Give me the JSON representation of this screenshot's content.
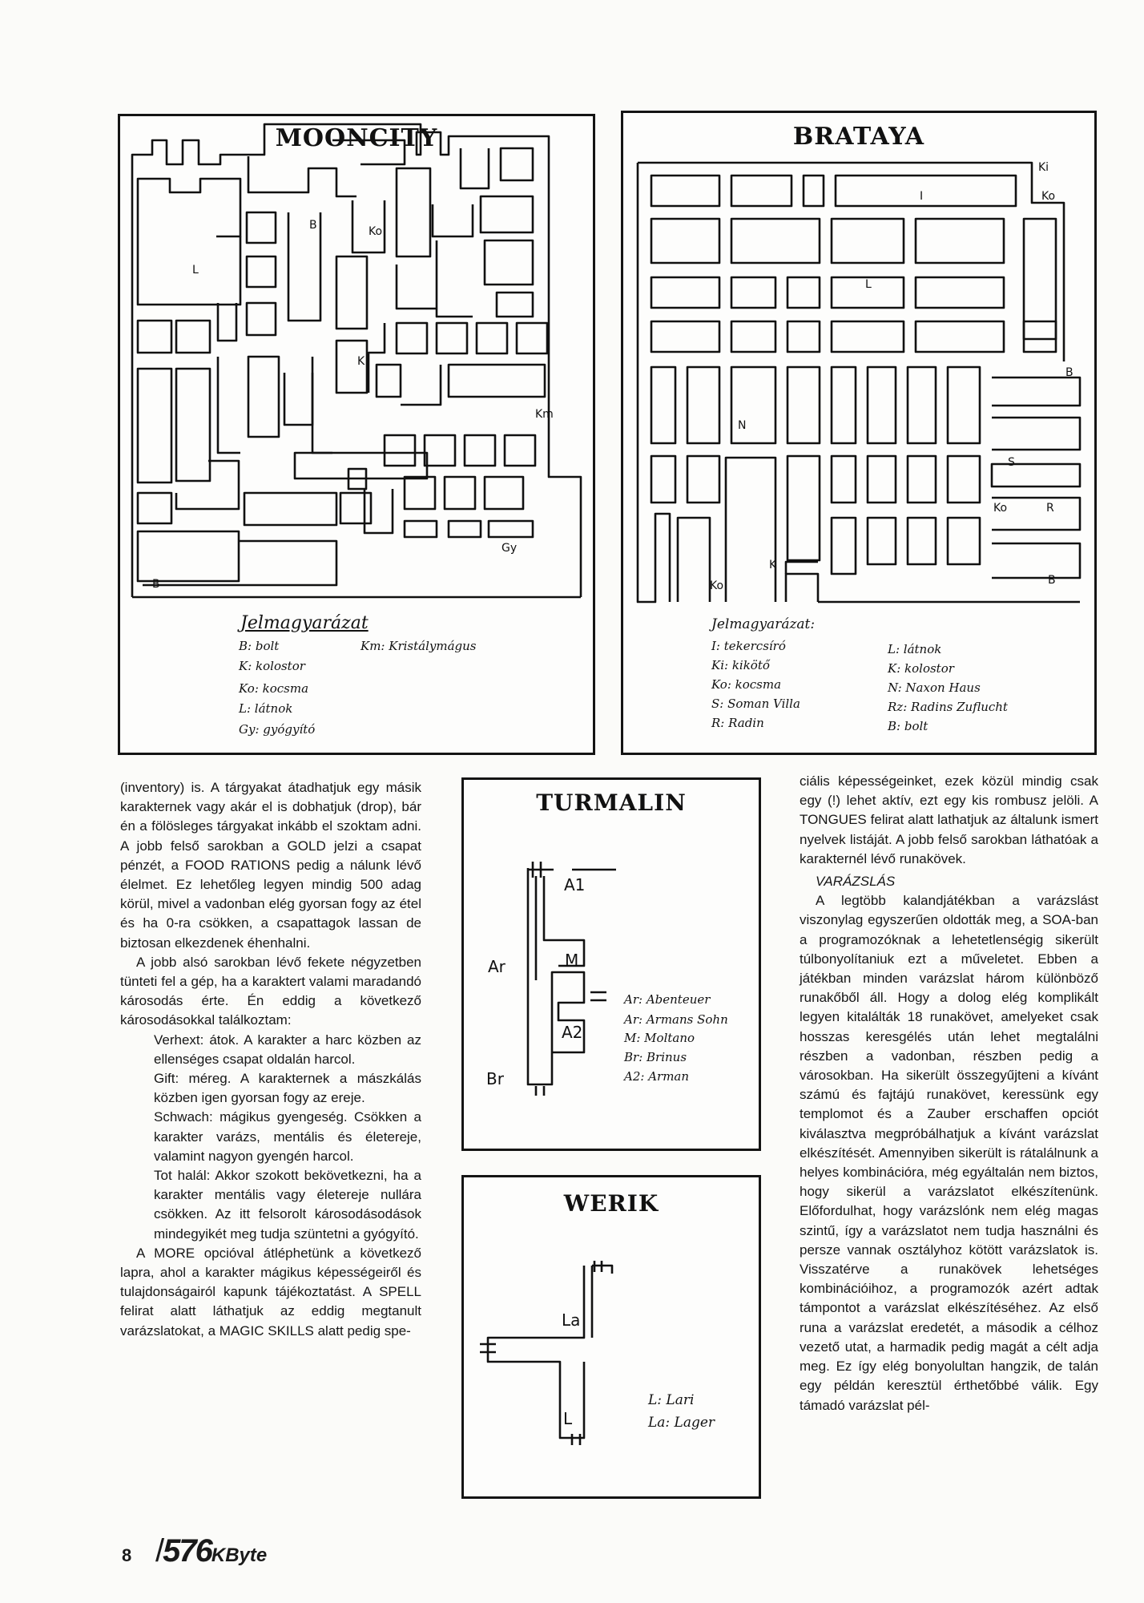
{
  "maps": {
    "mooncity": {
      "title": "MOONCITY",
      "labels": {
        "b1": "B",
        "ko": "Ko",
        "l": "L",
        "k": "K",
        "km": "Km",
        "gy": "Gy",
        "b2": "B"
      },
      "legend": {
        "title": "Jelmagyarázat",
        "items": [
          "B: bolt",
          "K: kolostor",
          "Ko: kocsma",
          "L: látnok",
          "Gy: gyógyító"
        ],
        "extra": "Km: Kristálymágus"
      }
    },
    "brataya": {
      "title": "BRATAYA",
      "labels": {
        "ki": "Ki",
        "ko1": "Ko",
        "i": "I",
        "l": "L",
        "b1": "B",
        "n": "N",
        "s": "S",
        "ko2": "Ko",
        "r": "R",
        "k": "K",
        "ko3": "Ko",
        "b2": "B"
      },
      "legend": {
        "title": "Jelmagyarázat:",
        "left": [
          "I: tekercsíró",
          "Ki: kikötő",
          "Ko: kocsma",
          "S: Soman Villa",
          "R: Radin"
        ],
        "right": [
          "L: látnok",
          "K: kolostor",
          "N: Naxon Haus",
          "Rz: Radins Zuflucht",
          "B: bolt"
        ]
      }
    },
    "turmalin": {
      "title": "TURMALIN",
      "labels": {
        "a1": "A1",
        "ar": "Ar",
        "m": "M",
        "a2": "A2",
        "br": "Br"
      },
      "legend": [
        "Ar: Abenteuer",
        "Ar: Armans Sohn",
        "M: Moltano",
        "Br: Brinus",
        "A2: Arman"
      ]
    },
    "werik": {
      "title": "WERIK",
      "labels": {
        "la": "La",
        "l": "L"
      },
      "legend": [
        "L: Lari",
        "La: Lager"
      ]
    }
  },
  "article": {
    "col1": {
      "p1": "(inventory) is. A tárgyakat átadhatjuk egy másik karakternek vagy akár el is dobhatjuk (drop), bár én a fölösleges tárgyakat inkább el szoktam adni. A jobb felső sarokban a GOLD jelzi a csapat pénzét, a FOOD RATIONS pedig a nálunk lévő élelmet. Ez lehetőleg legyen mindig 500 adag körül, mivel a vadonban elég gyorsan fogy az étel és ha 0-ra csökken, a csapattagok lassan de biztosan elkezdenek éhenhalni.",
      "p2": "A jobb alsó sarokban lévő fekete négyzetben tünteti fel a gép, ha a karaktert valami maradandó károsodás érte. Én eddig a következő károsodásokkal találkoztam:",
      "d1": "Verhext: átok. A karakter a harc közben az ellenséges csapat oldalán harcol.",
      "d2": "Gift: méreg. A karakternek a mászkálás közben igen gyorsan fogy az ereje.",
      "d3": "Schwach: mágikus gyengeség. Csökken a karakter varázs, mentális és életereje, valamint nagyon gyengén harcol.",
      "d4": "Tot halál: Akkor szokott bekövetkezni, ha a karakter mentális vagy életereje nullára csökken. Az itt felsorolt károsodásodások mindegyikét meg tudja szüntetni a gyógyító.",
      "p3": "A MORE opcióval átléphetünk a következő lapra, ahol a karakter mágikus képességeiről és tulajdonságairól kapunk tájékoztatást. A SPELL felirat alatt láthatjuk az eddig megtanult varázslatokat, a MAGIC SKILLS alatt pedig spe-"
    },
    "col3": {
      "p1": "ciális képességeinket, ezek közül mindig csak egy (!) lehet aktív, ezt egy kis rombusz jelöli. A TONGUES felirat alatt lathatjuk az általunk ismert nyelvek listáját. A jobb felső sarokban láthatóak a karakternél lévő runakövek.",
      "heading": "VARÁZSLÁS",
      "p2": "A legtöbb kalandjátékban a varázslást viszonylag egyszerűen oldották meg, a SOA-ban a programozóknak a lehetetlenségig sikerült túlbonyolítaniuk ezt a műveletet. Ebben a játékban minden varázslat három különböző runakőből áll. Hogy a dolog elég komplikált legyen kitalálták 18 runakövet, amelyeket csak hosszas keresgélés után lehet megtalálni részben a vadonban, részben pedig a városokban. Ha sikerült összegyűjteni a kívánt számú és fajtájú runakövet, keressünk egy templomot és a Zauber erschaffen opciót kiválasztva megpróbálhatjuk a kívánt varázslat elkészítését. Amennyiben sikerült is rátalálnunk a helyes kombinációra, még egyáltalán nem biztos, hogy sikerül a varázslatot elkészítenünk. Előfordulhat, hogy varázslónk nem elég magas szintű, így a varázslatot nem tudja használni és persze vannak osztályhoz kötött varázslatok is. Visszatérve a runakövek lehetséges kombinációihoz, a programozók azért adtak támpontot a varázslat elkészítéséhez. Az első runa a varázslat eredetét, a második a célhoz vezető utat, a harmadik pedig magát a célt adja meg. Ez így elég bonyolultan hangzik, de talán egy példán keresztül érthetőbbé válik. Egy támadó varázslat pél-"
    }
  },
  "footer": {
    "page": "8",
    "logo_main": "576",
    "logo_kb": "KByte"
  }
}
